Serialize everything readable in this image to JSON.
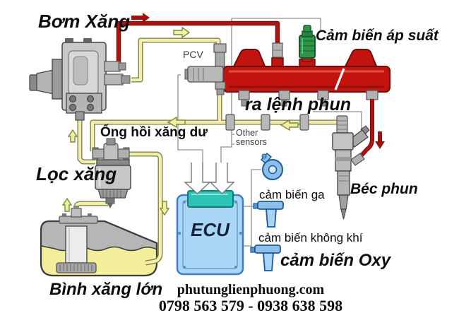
{
  "labels": {
    "fuel_pump": "Bơm Xăng",
    "pressure_sensor": "Cảm biến áp suất",
    "pcv": "PCV",
    "injection_command": "ra lệnh phun",
    "fuel_return_pipe": "Ống hồi xăng dư",
    "fuel_filter": "Lọc xăng",
    "other_sensors": "Other sensors",
    "throttle_sensor": "cảm biến ga",
    "injector": "Béc phun",
    "air_sensor": "cảm biến không khí",
    "oxygen_sensor": "cảm biến Oxy",
    "fuel_tank": "Bình xăng lớn",
    "ecu": "ECU"
  },
  "footer": {
    "website": "phutunglienphuong.com",
    "phone": "0798 563 579 - 0938 638 598"
  },
  "colors": {
    "pipe_red": "#b5110d",
    "rail_red": "#c41410",
    "fuel_yellow": "#f3efad",
    "ecu_blue": "#abd7f6",
    "connector_teal": "#2cc4b6",
    "sensor_green": "#2e9447",
    "icon_blue": "#8cc0ea"
  }
}
